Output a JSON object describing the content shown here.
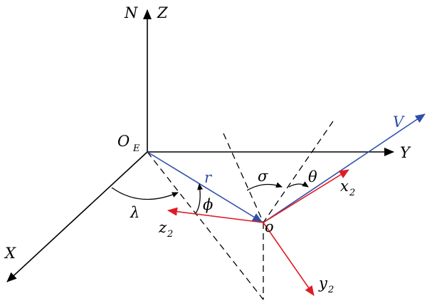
{
  "colors": {
    "axis": "#000000",
    "blue": "#2f4fa8",
    "red": "#e01b24"
  },
  "labels": {
    "N": "N",
    "Z": "Z",
    "Y": "Y",
    "X": "X",
    "O": "O",
    "O_sub": "E",
    "V": "V",
    "r": "r",
    "sigma": "σ",
    "theta": "θ",
    "phi": "ϕ",
    "lambda": "λ",
    "o": "o",
    "x": "x",
    "x_sub": "2",
    "y": "y",
    "y_sub": "2",
    "z": "z",
    "z_sub": "2"
  }
}
